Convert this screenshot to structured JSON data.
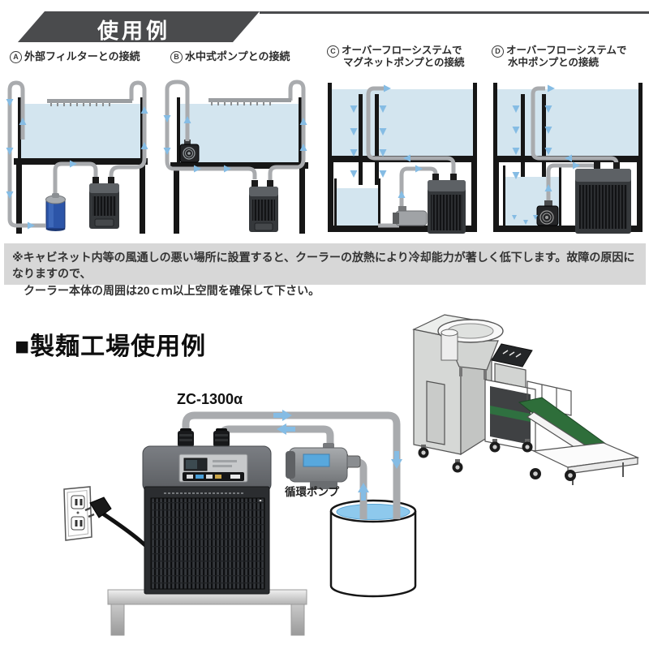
{
  "header": {
    "title": "使用例"
  },
  "examples": [
    {
      "id": "A",
      "lines": [
        "外部フィルターとの接続"
      ]
    },
    {
      "id": "B",
      "lines": [
        "水中式ポンプとの接続"
      ]
    },
    {
      "id": "C",
      "lines": [
        "オーバーフローシステムで",
        "マグネットポンプとの接続"
      ]
    },
    {
      "id": "D",
      "lines": [
        "オーバーフローシステムで",
        "水中ポンプとの接続"
      ]
    }
  ],
  "notice": {
    "line1": "※キャビネット内等の風通しの悪い場所に設置すると、クーラーの放熱により冷却能力が著しく低下します。故障の原因になりますので、",
    "line2": "クーラー本体の周囲は20ｃｍ以上空間を確保して下さい。"
  },
  "factory": {
    "heading": "■製麺工場使用例",
    "model_label": "ZC-1300α",
    "pump_label": "循環ポンプ"
  },
  "colors": {
    "banner_bg": "#4a4b4d",
    "banner_text": "#ffffff",
    "notice_bg": "#d7d7d7",
    "notice_text": "#333333",
    "diagram_water": "#d3e5ef",
    "tank_water": "#8ec9ed",
    "pipe_gray": "#a9abae",
    "flow_arrow_blue": "#85bce4",
    "chiller_body": "#2b2d30",
    "chiller_top": "#6b6e73",
    "filter_blue": "#2c55a8",
    "pump_label_blue": "#58a8dd",
    "conveyor_green": "#2e6e3a"
  }
}
